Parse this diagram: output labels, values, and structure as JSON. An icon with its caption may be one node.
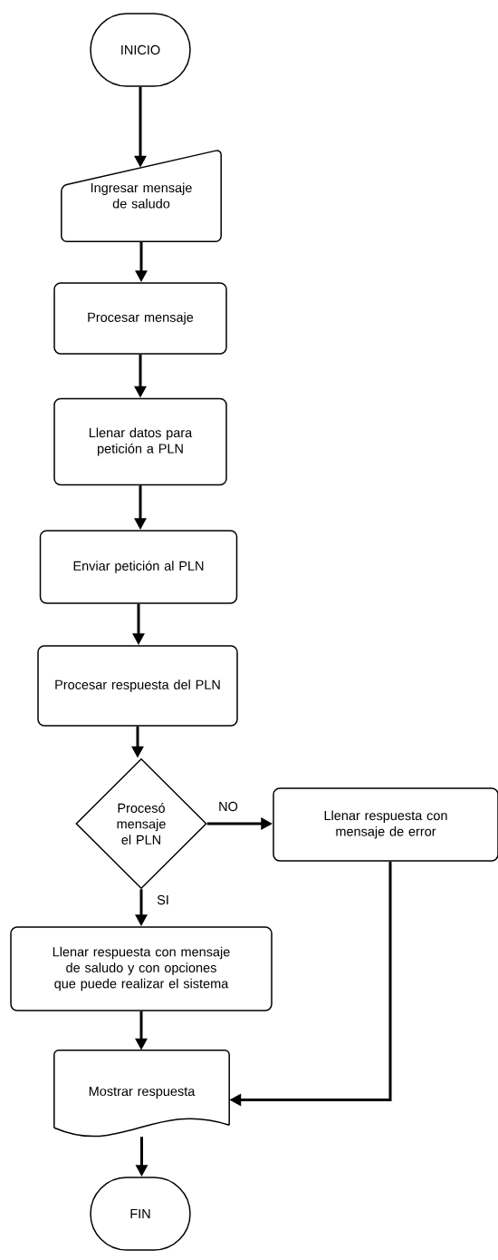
{
  "diagram": {
    "nodes": [
      {
        "text": [
          "INICIO"
        ]
      },
      {
        "text": [
          "Ingresar mensaje de saludo"
        ]
      },
      {
        "text": [
          "Procesar mensaje"
        ]
      },
      {
        "text": [
          "Llenar datos para petición a PLN"
        ]
      },
      {
        "text": [
          "Enviar petición al PLN"
        ]
      },
      {
        "text": [
          "Procesar respuesta del PLN"
        ]
      },
      {
        "text": [
          "Procesó mensaje el PLN"
        ]
      },
      {
        "text": [
          "Llenar respuesta con mensaje de error"
        ]
      },
      {
        "text": [
          "Llenar respuesta con mensaje de saludo y con opciones que puede realizar el sistema"
        ]
      },
      {
        "text": [
          "Mostrar respuesta"
        ]
      },
      {
        "text": [
          "FIN"
        ]
      }
    ],
    "edges": [
      {
        "from": 0,
        "to": 1,
        "arrow": "to"
      },
      {
        "from": 1,
        "to": 2,
        "arrow": "to"
      },
      {
        "from": 2,
        "to": 3,
        "arrow": "to"
      },
      {
        "from": 3,
        "to": 4,
        "arrow": "to"
      },
      {
        "from": 4,
        "to": 5,
        "arrow": "to"
      },
      {
        "from": 5,
        "to": 6,
        "arrow": "to"
      },
      {
        "from": 6,
        "to": 7,
        "arrow": "to",
        "label": "NO"
      },
      {
        "from": 6,
        "to": 8,
        "arrow": "to",
        "label": "SI"
      },
      {
        "from": 8,
        "to": 9,
        "arrow": "to"
      },
      {
        "from": 7,
        "to": 9,
        "arrow": "to"
      },
      {
        "from": 9,
        "to": 10,
        "arrow": "to"
      }
    ]
  }
}
